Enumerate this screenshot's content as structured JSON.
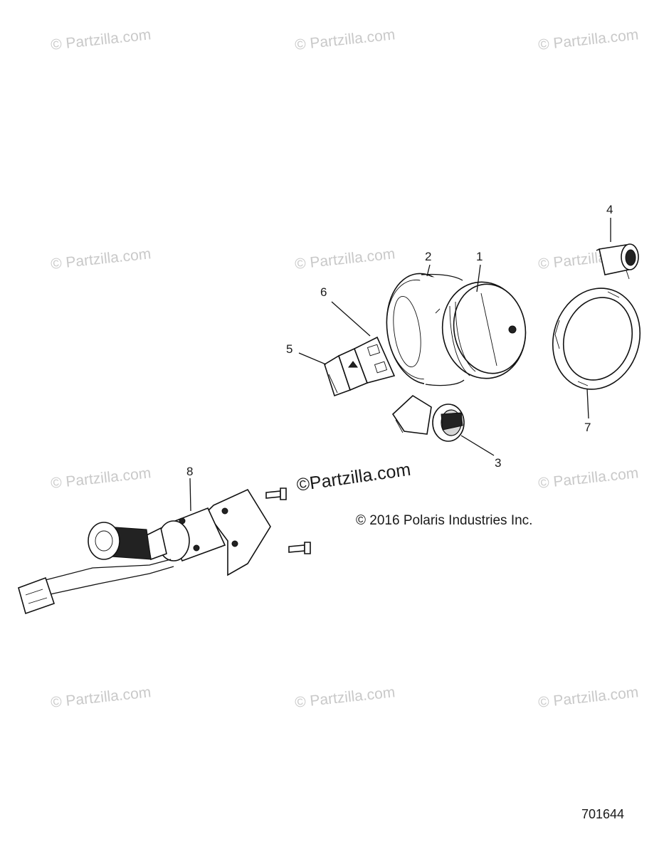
{
  "watermark": {
    "text": "© Partzilla.com"
  },
  "center_watermark": {
    "text": "©Partzilla.com"
  },
  "copyright": {
    "text": "© 2016 Polaris Industries Inc."
  },
  "figure_number": "701644",
  "callouts": [
    {
      "id": "callout-1",
      "label": "1"
    },
    {
      "id": "callout-2",
      "label": "2"
    },
    {
      "id": "callout-3",
      "label": "3"
    },
    {
      "id": "callout-4",
      "label": "4"
    },
    {
      "id": "callout-5",
      "label": "5"
    },
    {
      "id": "callout-6",
      "label": "6"
    },
    {
      "id": "callout-7",
      "label": "7"
    },
    {
      "id": "callout-8",
      "label": "8"
    }
  ],
  "colors": {
    "line": "#111111",
    "watermark": "#c9c9c9",
    "background": "#ffffff"
  }
}
